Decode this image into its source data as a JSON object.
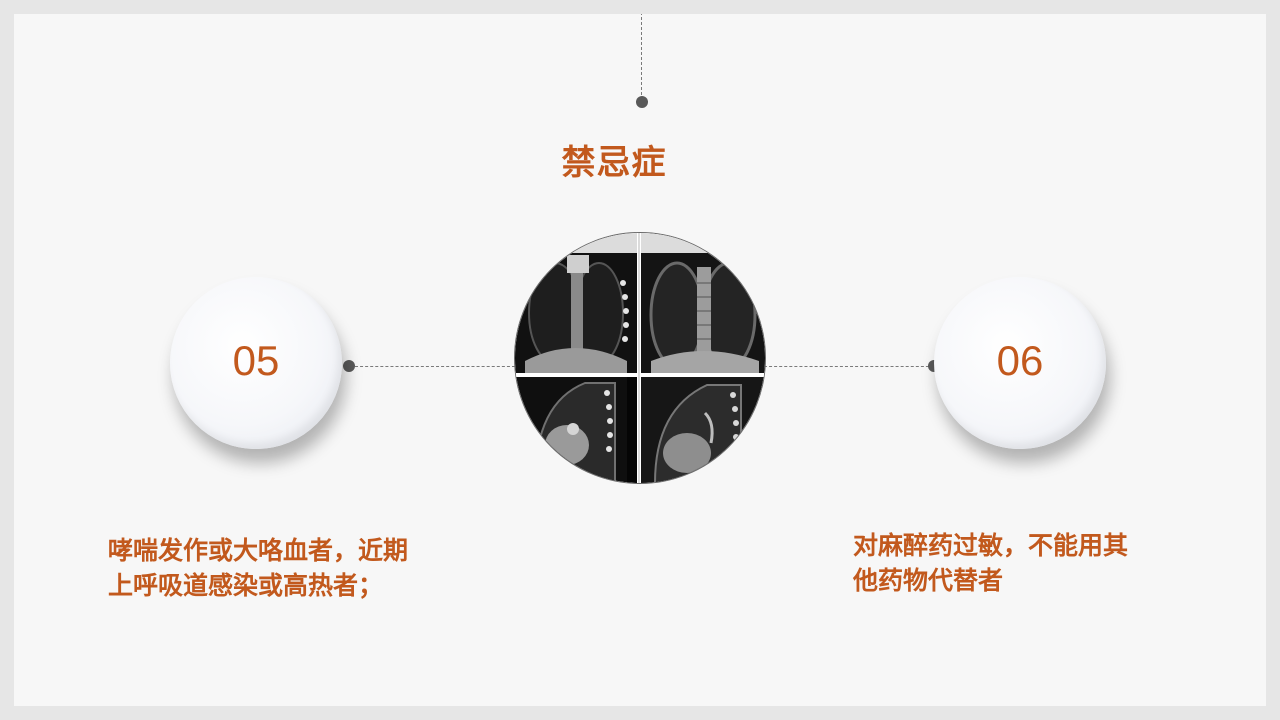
{
  "slide": {
    "title": "禁忌症",
    "accent_color": "#c2591d",
    "left_item": {
      "number": "05",
      "line1": "哮喘发作或大咯血者，近期",
      "line2": "上呼吸道感染或高热者；"
    },
    "right_item": {
      "number": "06",
      "line1": "对麻醉药过敏，不能用其",
      "line2": "他药物代替者"
    },
    "center_image": {
      "icon": "ct-scan-images-icon"
    }
  }
}
